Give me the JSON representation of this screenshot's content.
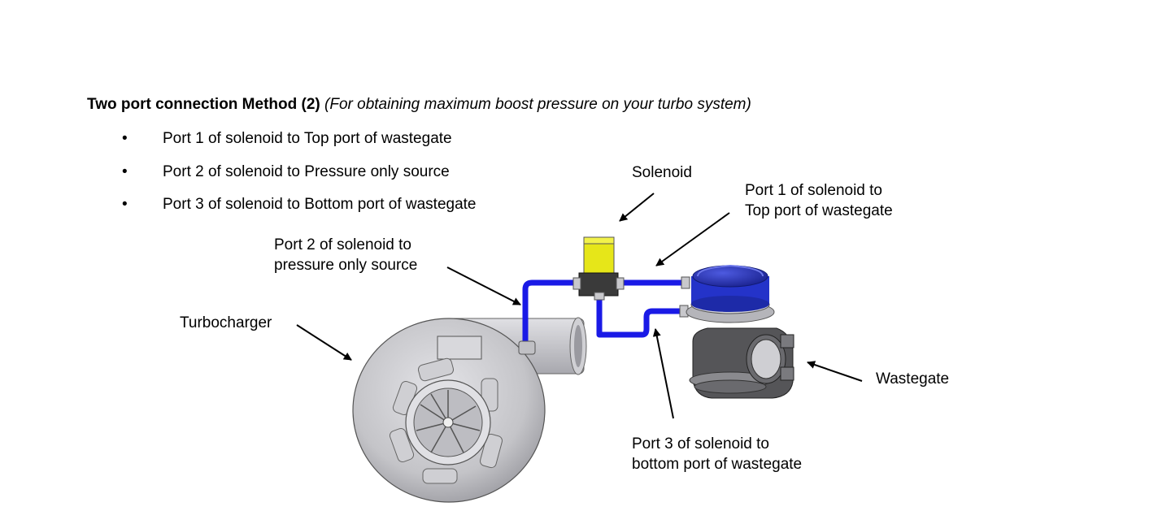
{
  "heading": {
    "bold": "Two port connection Method (2)",
    "italic": "(For obtaining maximum boost pressure on your turbo system)"
  },
  "bullet_symbol": "•",
  "bullets": [
    "Port 1 of solenoid to Top port of wastegate",
    "Port 2 of solenoid to Pressure only source",
    "Port 3 of solenoid to Bottom port of wastegate"
  ],
  "labels": {
    "solenoid": "Solenoid",
    "port1_line1": "Port 1 of solenoid to",
    "port1_line2": "Top port of wastegate",
    "port2_line1": "Port 2 of solenoid to",
    "port2_line2": "pressure only source",
    "turbocharger": "Turbocharger",
    "wastegate": "Wastegate",
    "port3_line1": "Port 3 of solenoid to",
    "port3_line2": "bottom port of wastegate"
  },
  "colors": {
    "hose": "#1a1ae6",
    "solenoid_body": "#e6e619",
    "wastegate_cap": "#2433c9",
    "metal": "#c8c8cc"
  }
}
